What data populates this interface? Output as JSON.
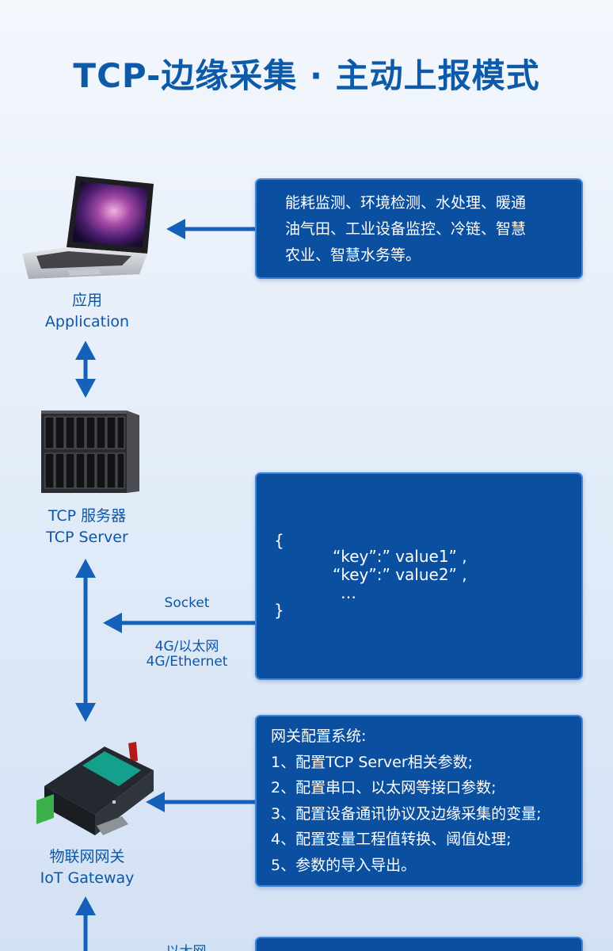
{
  "title": "TCP-边缘采集 · 主动上报模式",
  "nodes": {
    "application": {
      "zh": "应用",
      "en": "Application"
    },
    "server": {
      "zh": "TCP 服务器",
      "en": "TCP Server"
    },
    "gateway": {
      "zh": "物联网网关",
      "en": "IoT Gateway"
    }
  },
  "app_box": {
    "lines": [
      "能耗监测、环境检测、水处理、暖通",
      "油气田、工业设备监控、冷链、智慧",
      "农业、智慧水务等。"
    ]
  },
  "json_box": {
    "open": "{",
    "line1": "“key”:” value1” ,",
    "line2": "“key”:” value2” ,",
    "ellipsis": "…",
    "close": "}"
  },
  "link": {
    "socket": "Socket",
    "net_zh": "4G/以太网",
    "net_en": "4G/Ethernet"
  },
  "config_box": {
    "heading": "网关配置系统:",
    "items": [
      "1、配置TCP Server相关参数;",
      "2、配置串口、以太网等接口参数;",
      "3、配置设备通讯协议及边缘采集的变量;",
      "4、配置变量工程值转换、阈值处理;",
      "5、参数的导入导出。"
    ]
  },
  "bottom_caption": "以太网",
  "colors": {
    "accent": "#0b4fa0",
    "title": "#0d5aa8",
    "arrow": "#1560b8"
  }
}
